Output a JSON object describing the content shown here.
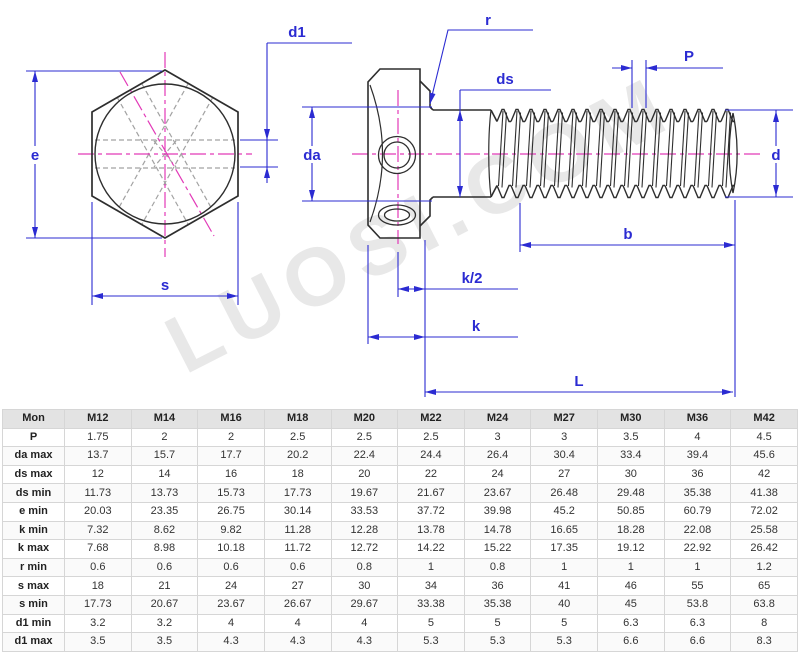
{
  "watermark": "LUOSI.COM",
  "drawing": {
    "labels": {
      "e": "e",
      "s": "s",
      "d1": "d1",
      "da": "da",
      "r": "r",
      "ds": "ds",
      "p": "P",
      "d": "d",
      "b": "b",
      "k_half": "k/2",
      "k": "k",
      "L": "L"
    }
  },
  "colors": {
    "dimension_blue": "#2b2bd2",
    "centerline_magenta": "#e23ab8",
    "outline_dark": "#2e2e2e",
    "hidden_line_gray": "#a2a2a2",
    "table_header_bg": "#e3e3e3",
    "table_border": "#d6d6d6"
  },
  "table": {
    "header": [
      "Mon",
      "M12",
      "M14",
      "M16",
      "M18",
      "M20",
      "M22",
      "M24",
      "M27",
      "M30",
      "M36",
      "M42"
    ],
    "rows": [
      {
        "label": "P",
        "values": [
          "1.75",
          "2",
          "2",
          "2.5",
          "2.5",
          "2.5",
          "3",
          "3",
          "3.5",
          "4",
          "4.5"
        ]
      },
      {
        "label": "da max",
        "values": [
          "13.7",
          "15.7",
          "17.7",
          "20.2",
          "22.4",
          "24.4",
          "26.4",
          "30.4",
          "33.4",
          "39.4",
          "45.6"
        ]
      },
      {
        "label": "ds max",
        "values": [
          "12",
          "14",
          "16",
          "18",
          "20",
          "22",
          "24",
          "27",
          "30",
          "36",
          "42"
        ]
      },
      {
        "label": "ds min",
        "values": [
          "11.73",
          "13.73",
          "15.73",
          "17.73",
          "19.67",
          "21.67",
          "23.67",
          "26.48",
          "29.48",
          "35.38",
          "41.38"
        ]
      },
      {
        "label": "e min",
        "values": [
          "20.03",
          "23.35",
          "26.75",
          "30.14",
          "33.53",
          "37.72",
          "39.98",
          "45.2",
          "50.85",
          "60.79",
          "72.02"
        ]
      },
      {
        "label": "k min",
        "values": [
          "7.32",
          "8.62",
          "9.82",
          "11.28",
          "12.28",
          "13.78",
          "14.78",
          "16.65",
          "18.28",
          "22.08",
          "25.58"
        ]
      },
      {
        "label": "k max",
        "values": [
          "7.68",
          "8.98",
          "10.18",
          "11.72",
          "12.72",
          "14.22",
          "15.22",
          "17.35",
          "19.12",
          "22.92",
          "26.42"
        ]
      },
      {
        "label": "r min",
        "values": [
          "0.6",
          "0.6",
          "0.6",
          "0.6",
          "0.8",
          "1",
          "0.8",
          "1",
          "1",
          "1",
          "1.2"
        ]
      },
      {
        "label": "s max",
        "values": [
          "18",
          "21",
          "24",
          "27",
          "30",
          "34",
          "36",
          "41",
          "46",
          "55",
          "65"
        ]
      },
      {
        "label": "s min",
        "values": [
          "17.73",
          "20.67",
          "23.67",
          "26.67",
          "29.67",
          "33.38",
          "35.38",
          "40",
          "45",
          "53.8",
          "63.8"
        ]
      },
      {
        "label": "d1 min",
        "values": [
          "3.2",
          "3.2",
          "4",
          "4",
          "4",
          "5",
          "5",
          "5",
          "6.3",
          "6.3",
          "8"
        ]
      },
      {
        "label": "d1 max",
        "values": [
          "3.5",
          "3.5",
          "4.3",
          "4.3",
          "4.3",
          "5.3",
          "5.3",
          "5.3",
          "6.6",
          "6.6",
          "8.3"
        ]
      }
    ]
  }
}
